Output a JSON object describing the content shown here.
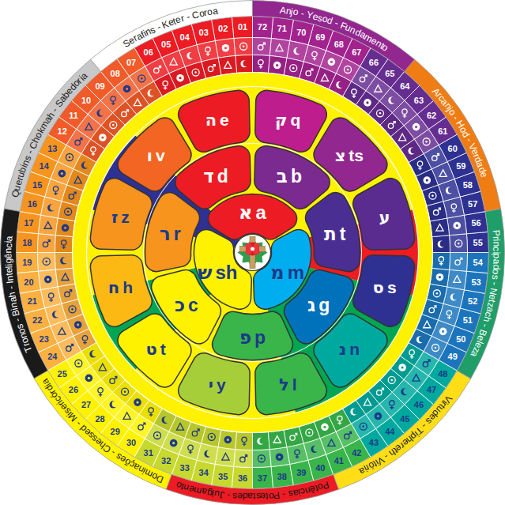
{
  "diagram": {
    "nodes": [
      {
        "text": [
          "Serafins - Keter - Coroa"
        ]
      },
      {
        "text": [
          "Querubins - Chokmah - Sabedoria"
        ]
      },
      {
        "text": [
          "Tronos - Binah - Inteligência"
        ]
      },
      {
        "text": [
          "Dominações - Chessed - Misericórdia"
        ]
      },
      {
        "text": [
          "Potências - Potestades - Julgamento"
        ]
      },
      {
        "text": [
          "Virtudes - Tiphereth - Vitória"
        ]
      },
      {
        "text": [
          "Principados - Netzach - Beleza"
        ]
      },
      {
        "text": [
          "Arcanjo - Hod - Verdade"
        ]
      },
      {
        "text": [
          "Anjo - Yesod - Fundamento"
        ]
      },
      {
        "text": [
          "ה",
          "e"
        ]
      },
      {
        "text": [
          "ק",
          "q"
        ]
      },
      {
        "text": [
          "צ",
          "ts"
        ]
      },
      {
        "text": [
          "ע"
        ]
      },
      {
        "text": [
          "ס",
          "s"
        ]
      },
      {
        "text": [
          "נ",
          "n"
        ]
      },
      {
        "text": [
          "ל",
          "l"
        ]
      },
      {
        "text": [
          "י",
          "y"
        ]
      },
      {
        "text": [
          "ט",
          "t"
        ]
      },
      {
        "text": [
          "ח",
          "h"
        ]
      },
      {
        "text": [
          "ז",
          "z"
        ]
      },
      {
        "text": [
          "ו",
          "v"
        ]
      },
      {
        "text": [
          "ד",
          "d"
        ]
      },
      {
        "text": [
          "ב",
          "b"
        ]
      },
      {
        "text": [
          "ת",
          "t"
        ]
      },
      {
        "text": [
          "ג",
          "g"
        ]
      },
      {
        "text": [
          "פ",
          "p"
        ]
      },
      {
        "text": [
          "כ",
          "c"
        ]
      },
      {
        "text": [
          "ר",
          "r"
        ]
      },
      {
        "text": [
          "א",
          "a"
        ]
      },
      {
        "text": [
          "מ",
          "m"
        ]
      },
      {
        "text": [
          "ש",
          "sh"
        ]
      }
    ],
    "labels": [
      "01",
      "02",
      "03",
      "04",
      "05",
      "06",
      "07",
      "08",
      "09",
      "10",
      "11",
      "12",
      "13",
      "14",
      "15",
      "16",
      "17",
      "18",
      "19",
      "20",
      "21",
      "22",
      "23",
      "24",
      "25",
      "26",
      "27",
      "28",
      "29",
      "30",
      "31",
      "32",
      "33",
      "34",
      "35",
      "36",
      "37",
      "38",
      "39",
      "40",
      "41",
      "42",
      "43",
      "44",
      "45",
      "46",
      "47",
      "48",
      "49",
      "50",
      "51",
      "52",
      "53",
      "54",
      "55",
      "56",
      "57",
      "58",
      "59",
      "60",
      "61",
      "62",
      "63",
      "64",
      "65",
      "66",
      "67",
      "68",
      "69",
      "70",
      "71",
      "72"
    ]
  }
}
